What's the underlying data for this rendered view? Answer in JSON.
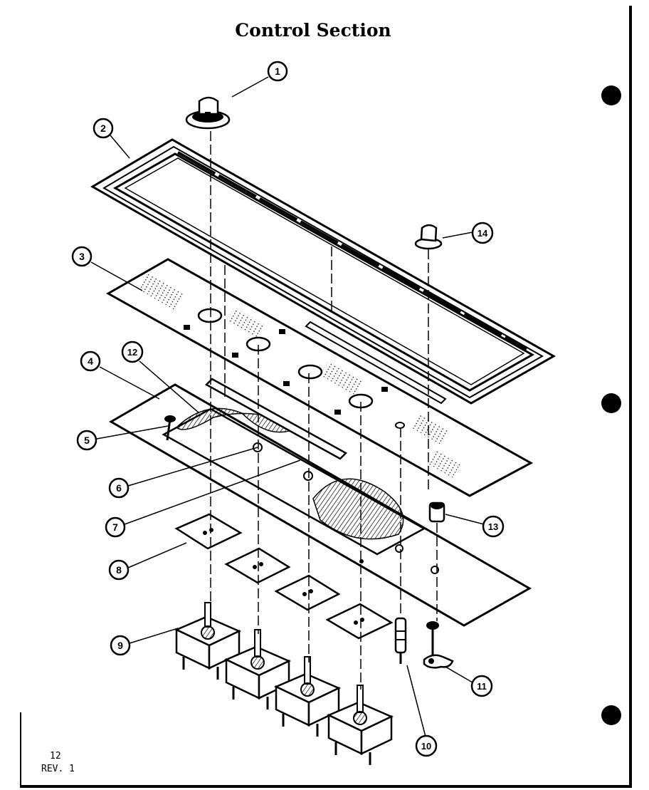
{
  "title": "Control Section",
  "page": {
    "number": "12",
    "revision": "REV. 1"
  },
  "callouts": [
    "1",
    "2",
    "3",
    "4",
    "5",
    "6",
    "7",
    "8",
    "9",
    "10",
    "11",
    "12",
    "13",
    "14"
  ]
}
